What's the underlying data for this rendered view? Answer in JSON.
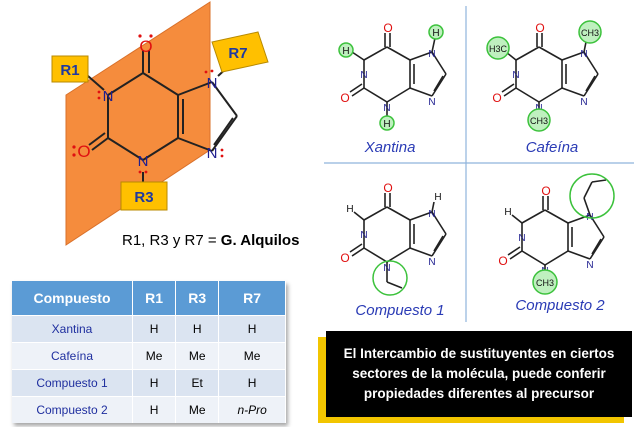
{
  "main_structure": {
    "labels": {
      "r1": "R1",
      "r3": "R3",
      "r7": "R7"
    },
    "atoms": {
      "n": "N",
      "o": "O"
    },
    "caption_prefix": "R1, R3 y R7 =",
    "caption_bold": "G. Alquilos",
    "colors": {
      "plane": "#f58c3d",
      "label_box": "#ffc000",
      "label_text": "#1f3aa0"
    }
  },
  "molecules": [
    {
      "name": "Xantina",
      "subst": [
        "H",
        "H",
        "H"
      ]
    },
    {
      "name": "Cafeína",
      "subst": [
        "H3C",
        "CH3",
        "CH3"
      ]
    },
    {
      "name": "Compuesto 1",
      "subst": [
        "H",
        "",
        ""
      ]
    },
    {
      "name": "Compuesto 2",
      "subst": [
        "H",
        "",
        "CH3"
      ]
    }
  ],
  "table": {
    "headers": [
      "Compuesto",
      "R1",
      "R3",
      "R7"
    ],
    "rows": [
      [
        "Xantina",
        "H",
        "H",
        "H"
      ],
      [
        "Cafeína",
        "Me",
        "Me",
        "Me"
      ],
      [
        "Compuesto 1",
        "H",
        "Et",
        "H"
      ],
      [
        "Compuesto 2",
        "H",
        "Me",
        "n-Pro"
      ]
    ]
  },
  "callout": {
    "text": "El Intercambio de sustituyentes en ciertos sectores de la molécula, puede conferir propiedades diferentes al precursor",
    "shadow_color": "#f2c500"
  }
}
